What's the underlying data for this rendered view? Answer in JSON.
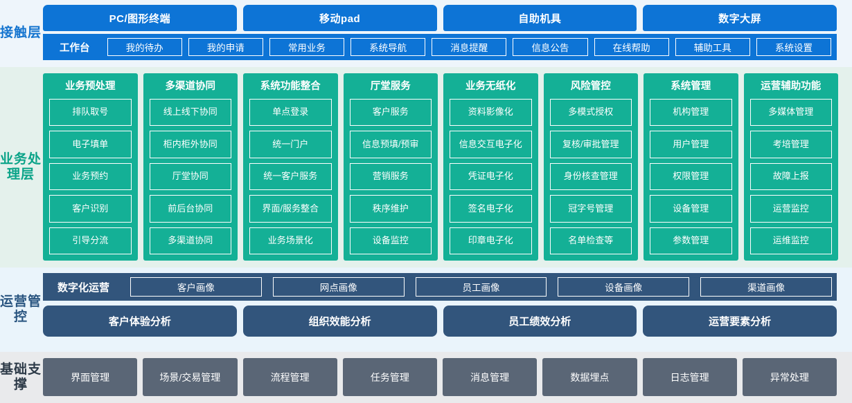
{
  "colors": {
    "contact_accent": "#0d74d6",
    "contact_bg": "#eef5fb",
    "business_accent": "#14b096",
    "business_bg": "#e4f1ec",
    "ops_accent": "#32557c",
    "ops_bg": "#eaf4fb",
    "base_accent": "#5a6676",
    "base_bg": "#e9eaec"
  },
  "layers": {
    "contact": {
      "label": "接触层",
      "channels": [
        {
          "label": "PC/图形终端"
        },
        {
          "label": "移动pad"
        },
        {
          "label": "自助机具"
        },
        {
          "label": "数字大屏"
        }
      ],
      "workbench_title": "工作台",
      "workbench_items": [
        {
          "label": "我的待办"
        },
        {
          "label": "我的申请"
        },
        {
          "label": "常用业务"
        },
        {
          "label": "系统导航"
        },
        {
          "label": "消息提醒"
        },
        {
          "label": "信息公告"
        },
        {
          "label": "在线帮助"
        },
        {
          "label": "辅助工具"
        },
        {
          "label": "系统设置"
        }
      ]
    },
    "business": {
      "label": "业务处理层",
      "columns": [
        {
          "title": "业务预处理",
          "items": [
            {
              "label": "排队取号"
            },
            {
              "label": "电子填单"
            },
            {
              "label": "业务预约"
            },
            {
              "label": "客户识别"
            },
            {
              "label": "引导分流"
            }
          ]
        },
        {
          "title": "多渠道协同",
          "items": [
            {
              "label": "线上线下协同"
            },
            {
              "label": "柜内柜外协同"
            },
            {
              "label": "厅堂协同"
            },
            {
              "label": "前后台协同"
            },
            {
              "label": "多渠道协同"
            }
          ]
        },
        {
          "title": "系统功能整合",
          "items": [
            {
              "label": "单点登录"
            },
            {
              "label": "统一门户"
            },
            {
              "label": "统一客户服务"
            },
            {
              "label": "界面/服务整合"
            },
            {
              "label": "业务场景化"
            }
          ]
        },
        {
          "title": "厅堂服务",
          "items": [
            {
              "label": "客户服务"
            },
            {
              "label": "信息预填/预审"
            },
            {
              "label": "营销服务"
            },
            {
              "label": "秩序维护"
            },
            {
              "label": "设备监控"
            }
          ]
        },
        {
          "title": "业务无纸化",
          "items": [
            {
              "label": "资料影像化"
            },
            {
              "label": "信息交互电子化"
            },
            {
              "label": "凭证电子化"
            },
            {
              "label": "签名电子化"
            },
            {
              "label": "印章电子化"
            }
          ]
        },
        {
          "title": "风险管控",
          "items": [
            {
              "label": "多模式授权"
            },
            {
              "label": "复核/审批管理"
            },
            {
              "label": "身份核查管理"
            },
            {
              "label": "冠字号管理"
            },
            {
              "label": "名单检查等"
            }
          ]
        },
        {
          "title": "系统管理",
          "items": [
            {
              "label": "机构管理"
            },
            {
              "label": "用户管理"
            },
            {
              "label": "权限管理"
            },
            {
              "label": "设备管理"
            },
            {
              "label": "参数管理"
            }
          ]
        },
        {
          "title": "运营辅助功能",
          "items": [
            {
              "label": "多媒体管理"
            },
            {
              "label": "考培管理"
            },
            {
              "label": "故障上报"
            },
            {
              "label": "运营监控"
            },
            {
              "label": "运维监控"
            }
          ]
        }
      ]
    },
    "ops": {
      "label": "运营管控",
      "portrait_title": "数字化运营",
      "portraits": [
        {
          "label": "客户画像"
        },
        {
          "label": "网点画像"
        },
        {
          "label": "员工画像"
        },
        {
          "label": "设备画像"
        },
        {
          "label": "渠道画像"
        }
      ],
      "analyses": [
        {
          "label": "客户体验分析"
        },
        {
          "label": "组织效能分析"
        },
        {
          "label": "员工绩效分析"
        },
        {
          "label": "运营要素分析"
        }
      ]
    },
    "base": {
      "label": "基础支撑",
      "items": [
        {
          "label": "界面管理"
        },
        {
          "label": "场景/交易管理"
        },
        {
          "label": "流程管理"
        },
        {
          "label": "任务管理"
        },
        {
          "label": "消息管理"
        },
        {
          "label": "数据埋点"
        },
        {
          "label": "日志管理"
        },
        {
          "label": "异常处理"
        }
      ]
    }
  }
}
